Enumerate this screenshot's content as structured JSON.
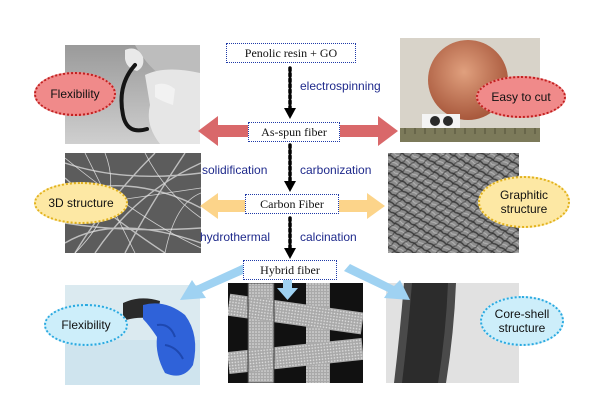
{
  "flow": {
    "precursor": "Penolic resin + GO",
    "step1": "electrospinning",
    "as_spun": "As-spun fiber",
    "step2_left": "solidification",
    "step2_right": "carbonization",
    "carbon": "Carbon Fiber",
    "step3_left": "hydrothermal",
    "step3_right": "calcination",
    "hybrid": "Hybrid fiber"
  },
  "properties": {
    "flexibility_1": "Flexibility",
    "easy_to_cut": "Easy to cut",
    "structure_3d": "3D structure",
    "graphitic_l1": "Graphitic",
    "graphitic_l2": "structure",
    "flexibility_2": "Flexibility",
    "core_shell_l1": "Core-shell",
    "core_shell_l2": "structure"
  },
  "colors": {
    "red_arrow": "#d9686a",
    "yellow_arrow": "#fcd48a",
    "blue_arrow": "#9fd2f2",
    "box_border": "#1f3aa8",
    "step_text": "#1f2a8c"
  },
  "icons": [
    "dotted-down-arrow",
    "double-red-arrow",
    "double-yellow-arrow",
    "blue-arrows"
  ]
}
